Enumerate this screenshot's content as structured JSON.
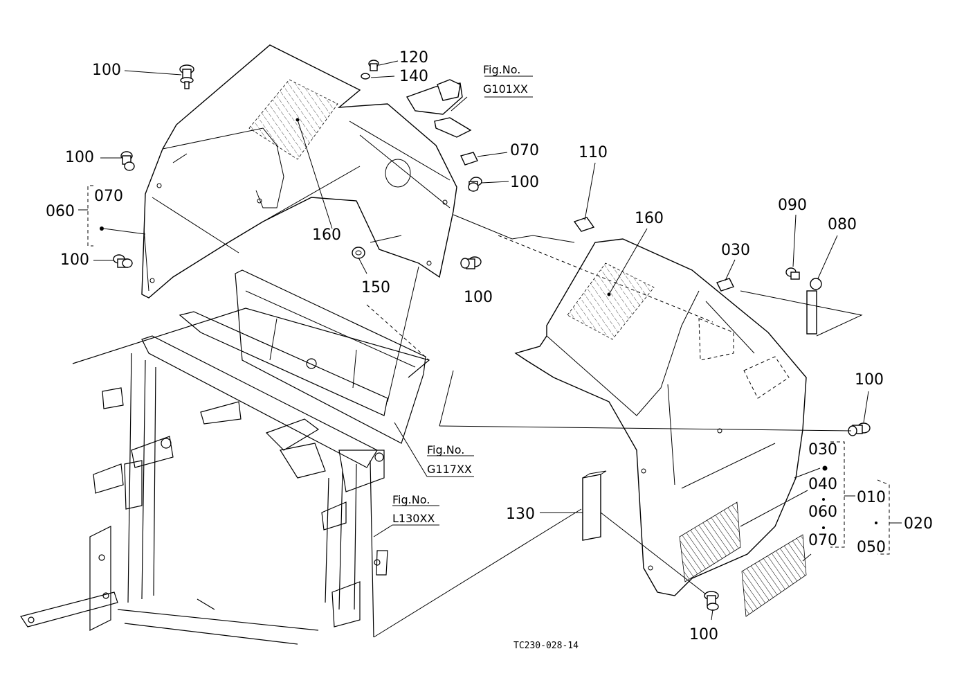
{
  "callouts": {
    "c100a": "100",
    "c120": "120",
    "c140": "140",
    "c100b": "100",
    "c070a": "070",
    "c060": "060",
    "c100c": "100",
    "c160a": "160",
    "c150": "150",
    "c100d": "100",
    "c070b": "070",
    "c100e": "100",
    "c110": "110",
    "c160b": "160",
    "c030a": "030",
    "c090": "090",
    "c080": "080",
    "c100f": "100",
    "c030b": "030",
    "c040": "040",
    "c060b": "060",
    "c070c": "070",
    "c010": "010",
    "c020": "020",
    "c050": "050",
    "c130": "130",
    "c100g": "100"
  },
  "figrefs": [
    {
      "line1": "Fig.No.",
      "line2": "G101XX"
    },
    {
      "line1": "Fig.No.",
      "line2": "G117XX"
    },
    {
      "line1": "Fig.No.",
      "line2": "L130XX"
    }
  ],
  "drawing_code": "TC230-028-14"
}
